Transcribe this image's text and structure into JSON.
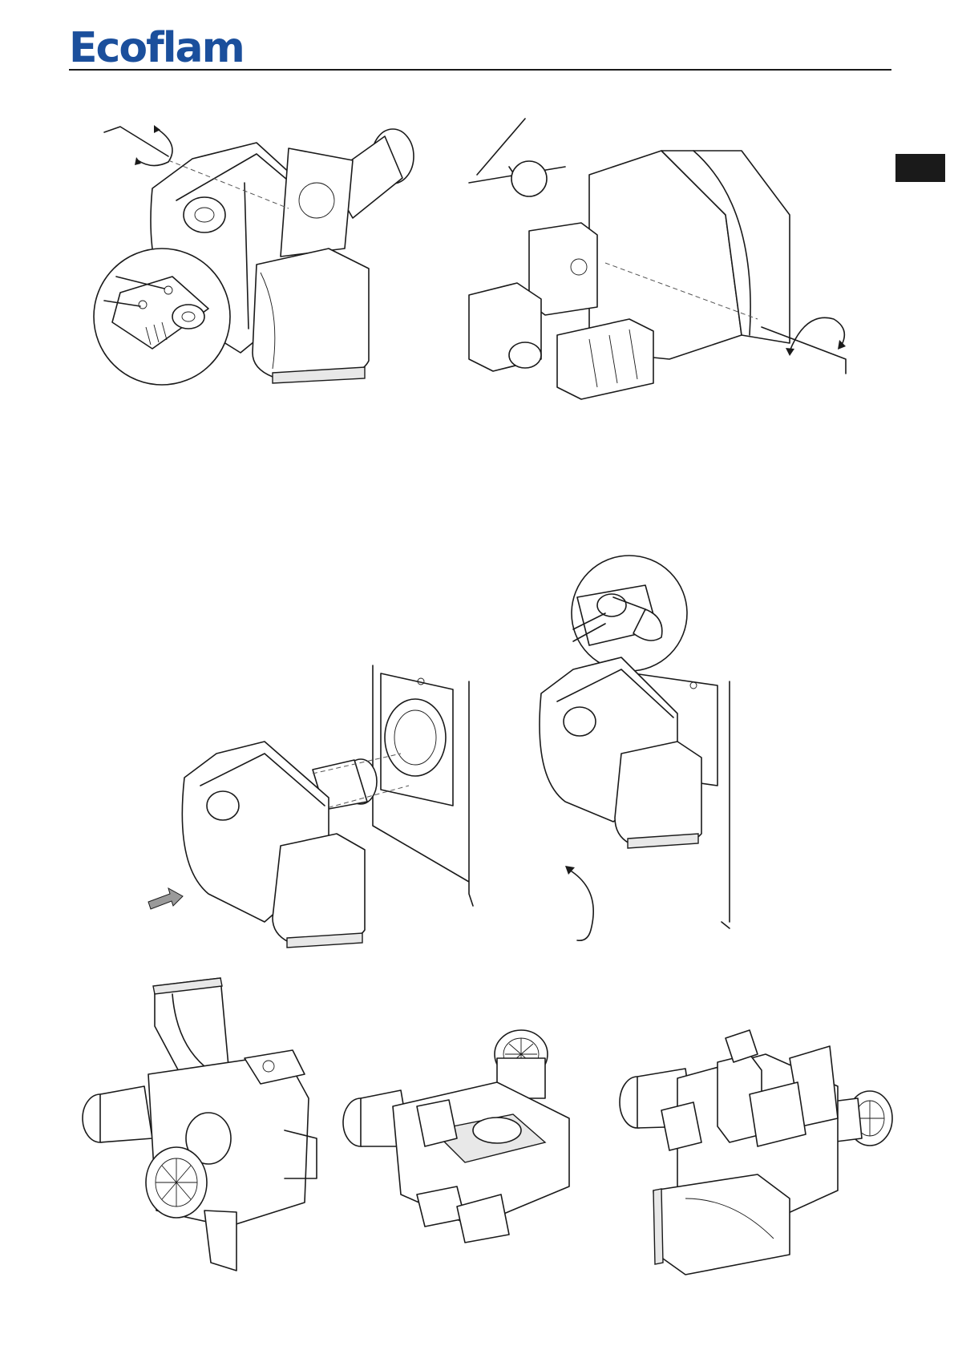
{
  "header": {
    "brand": "Ecoflam",
    "brand_color": "#1b4f9c",
    "rule_color": "#1a1a1a",
    "section_tab_color": "#1a1a1a"
  },
  "figures": [
    {
      "id": "fig-1",
      "icon": "hex-key-icon",
      "subject": "burner-housing-screw"
    },
    {
      "id": "fig-2",
      "icon": "hex-key-icon",
      "subject": "burner-rear-screw"
    },
    {
      "id": "fig-3",
      "icon": "arrow-icon",
      "subject": "burner-slide-onto-flange"
    },
    {
      "id": "fig-4",
      "icon": "curved-arrow-icon",
      "subject": "burner-rotate-lock"
    },
    {
      "id": "fig-5",
      "subject": "burner-maintenance-position-a"
    },
    {
      "id": "fig-6",
      "subject": "burner-maintenance-position-b"
    },
    {
      "id": "fig-7",
      "subject": "burner-maintenance-position-c"
    }
  ]
}
